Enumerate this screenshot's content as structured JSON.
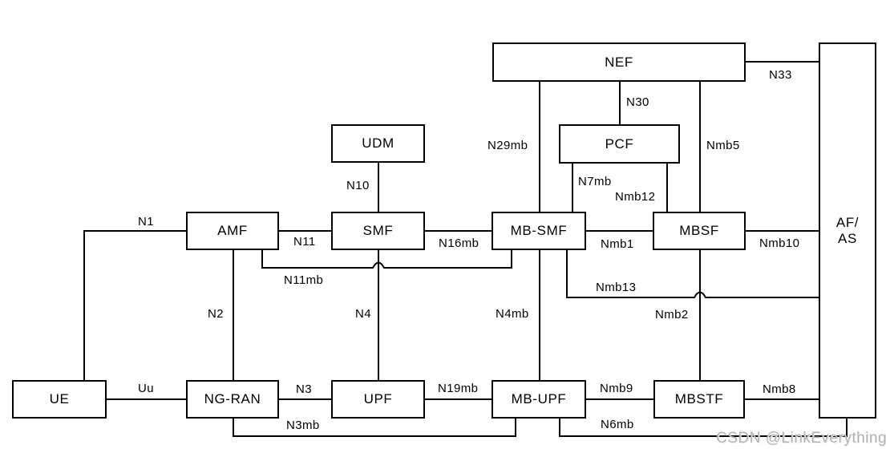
{
  "nodes": {
    "ue": {
      "label": "UE"
    },
    "ng_ran": {
      "label": "NG-RAN"
    },
    "upf": {
      "label": "UPF"
    },
    "mb_upf": {
      "label": "MB-UPF"
    },
    "mbstf": {
      "label": "MBSTF"
    },
    "amf": {
      "label": "AMF"
    },
    "smf": {
      "label": "SMF"
    },
    "mb_smf": {
      "label": "MB-SMF"
    },
    "mbsf": {
      "label": "MBSF"
    },
    "udm": {
      "label": "UDM"
    },
    "pcf": {
      "label": "PCF"
    },
    "nef": {
      "label": "NEF"
    },
    "af_as": {
      "line1": "AF/",
      "line2": "AS"
    }
  },
  "edges": {
    "n1": {
      "label": "N1"
    },
    "uu": {
      "label": "Uu"
    },
    "n2": {
      "label": "N2"
    },
    "n3": {
      "label": "N3"
    },
    "n3mb": {
      "label": "N3mb"
    },
    "n4": {
      "label": "N4"
    },
    "n4mb": {
      "label": "N4mb"
    },
    "n6mb": {
      "label": "N6mb"
    },
    "n7mb": {
      "label": "N7mb"
    },
    "n10": {
      "label": "N10"
    },
    "n11": {
      "label": "N11"
    },
    "n11mb": {
      "label": "N11mb"
    },
    "n16mb": {
      "label": "N16mb"
    },
    "n19mb": {
      "label": "N19mb"
    },
    "n29mb": {
      "label": "N29mb"
    },
    "n30": {
      "label": "N30"
    },
    "n33": {
      "label": "N33"
    },
    "nmb1": {
      "label": "Nmb1"
    },
    "nmb2": {
      "label": "Nmb2"
    },
    "nmb5": {
      "label": "Nmb5"
    },
    "nmb8": {
      "label": "Nmb8"
    },
    "nmb9": {
      "label": "Nmb9"
    },
    "nmb10": {
      "label": "Nmb10"
    },
    "nmb12": {
      "label": "Nmb12"
    },
    "nmb13": {
      "label": "Nmb13"
    }
  },
  "watermark": {
    "text": "CSDN @LinkEverything"
  },
  "colors": {
    "line": "#000000",
    "background": "#ffffff",
    "watermark": "#b3b3b3"
  }
}
